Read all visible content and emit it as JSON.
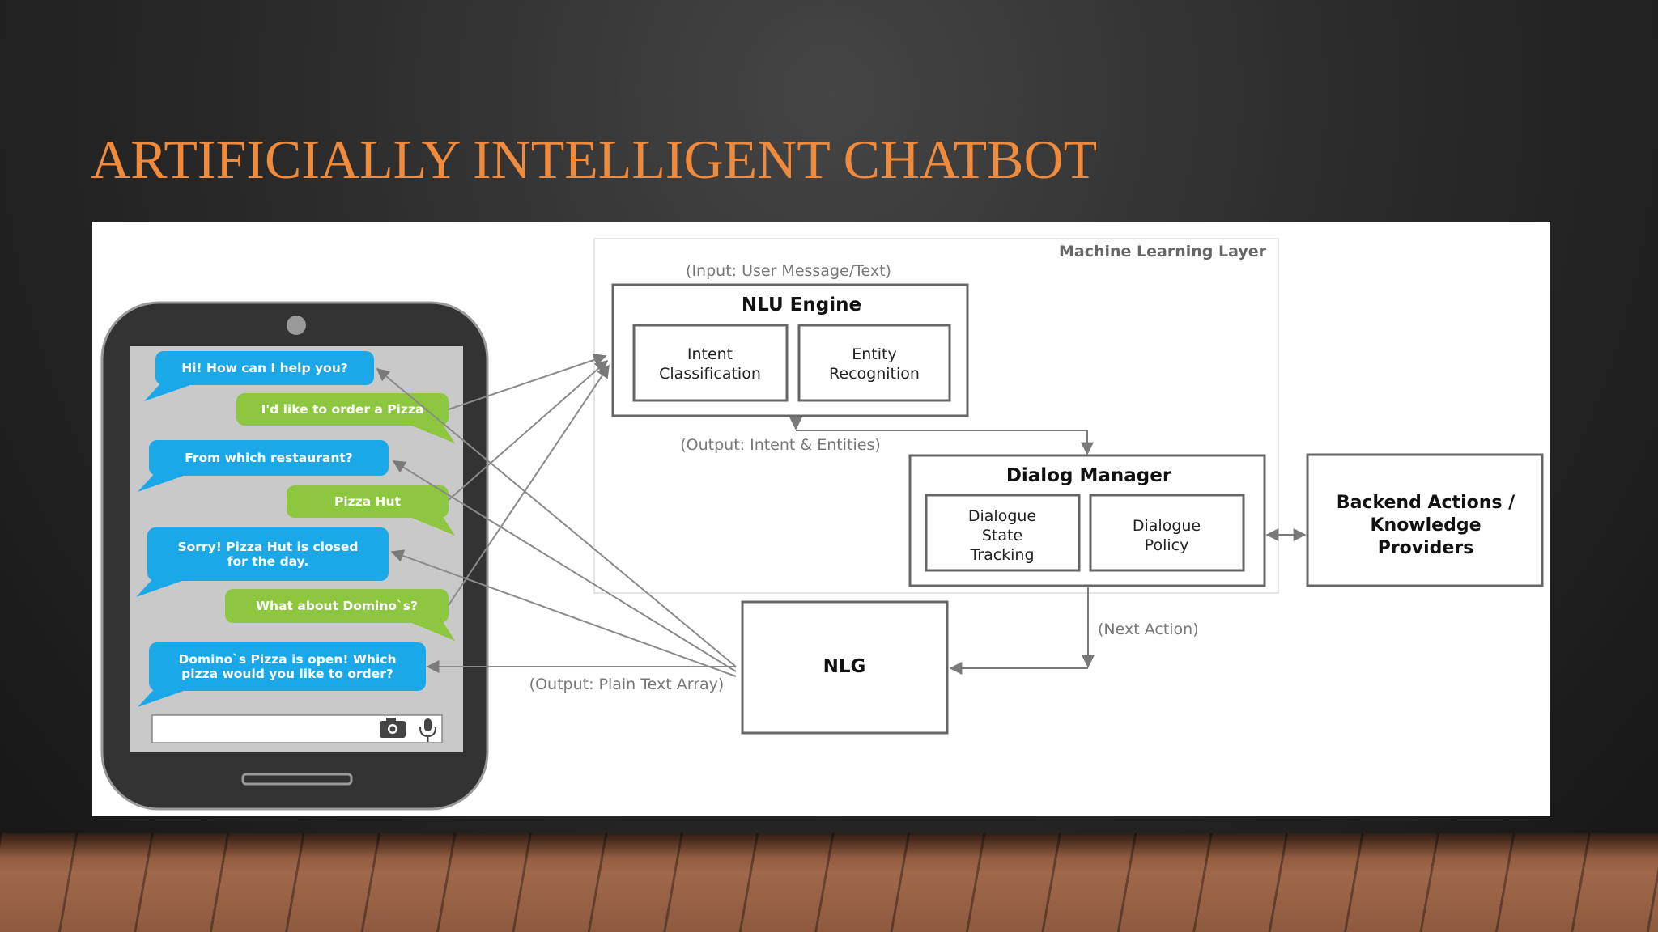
{
  "slide": {
    "title": "ARTIFICIALLY INTELLIGENT CHATBOT"
  },
  "chat": {
    "messages": [
      {
        "from": "bot",
        "text": [
          "Hi! How can I help you?"
        ]
      },
      {
        "from": "user",
        "text": [
          "I'd like to order a Pizza"
        ]
      },
      {
        "from": "bot",
        "text": [
          "From which restaurant?"
        ]
      },
      {
        "from": "user",
        "text": [
          "Pizza Hut"
        ]
      },
      {
        "from": "bot",
        "text": [
          "Sorry! Pizza Hut is closed",
          "for the day."
        ]
      },
      {
        "from": "user",
        "text": [
          "What about Domino`s?"
        ]
      },
      {
        "from": "bot",
        "text": [
          "Domino`s Pizza is open! Which",
          "pizza would you like to order?"
        ]
      }
    ],
    "icons": [
      "camera-icon",
      "microphone-icon"
    ]
  },
  "diagram": {
    "ml_layer_label": "Machine Learning Layer",
    "input_label": "(Input: User Message/Text)",
    "nlu": {
      "title": "NLU Engine",
      "sub1": [
        "Intent",
        "Classification"
      ],
      "sub2": [
        "Entity",
        "Recognition"
      ]
    },
    "output_intent_label": "(Output: Intent & Entities)",
    "dialog_manager": {
      "title": "Dialog Manager",
      "sub1": [
        "Dialogue",
        "State",
        "Tracking"
      ],
      "sub2": [
        "Dialogue",
        "Policy"
      ]
    },
    "backend": [
      "Backend Actions /",
      "Knowledge",
      "Providers"
    ],
    "next_action_label": "(Next Action)",
    "nlg": "NLG",
    "output_text_label": "(Output: Plain Text Array)"
  },
  "colors": {
    "title": "#f08a3c",
    "bot_bubble": "#1aa8e8",
    "user_bubble": "#8dc63f",
    "phone_body": "#333333",
    "screen": "#c9c9c9"
  }
}
